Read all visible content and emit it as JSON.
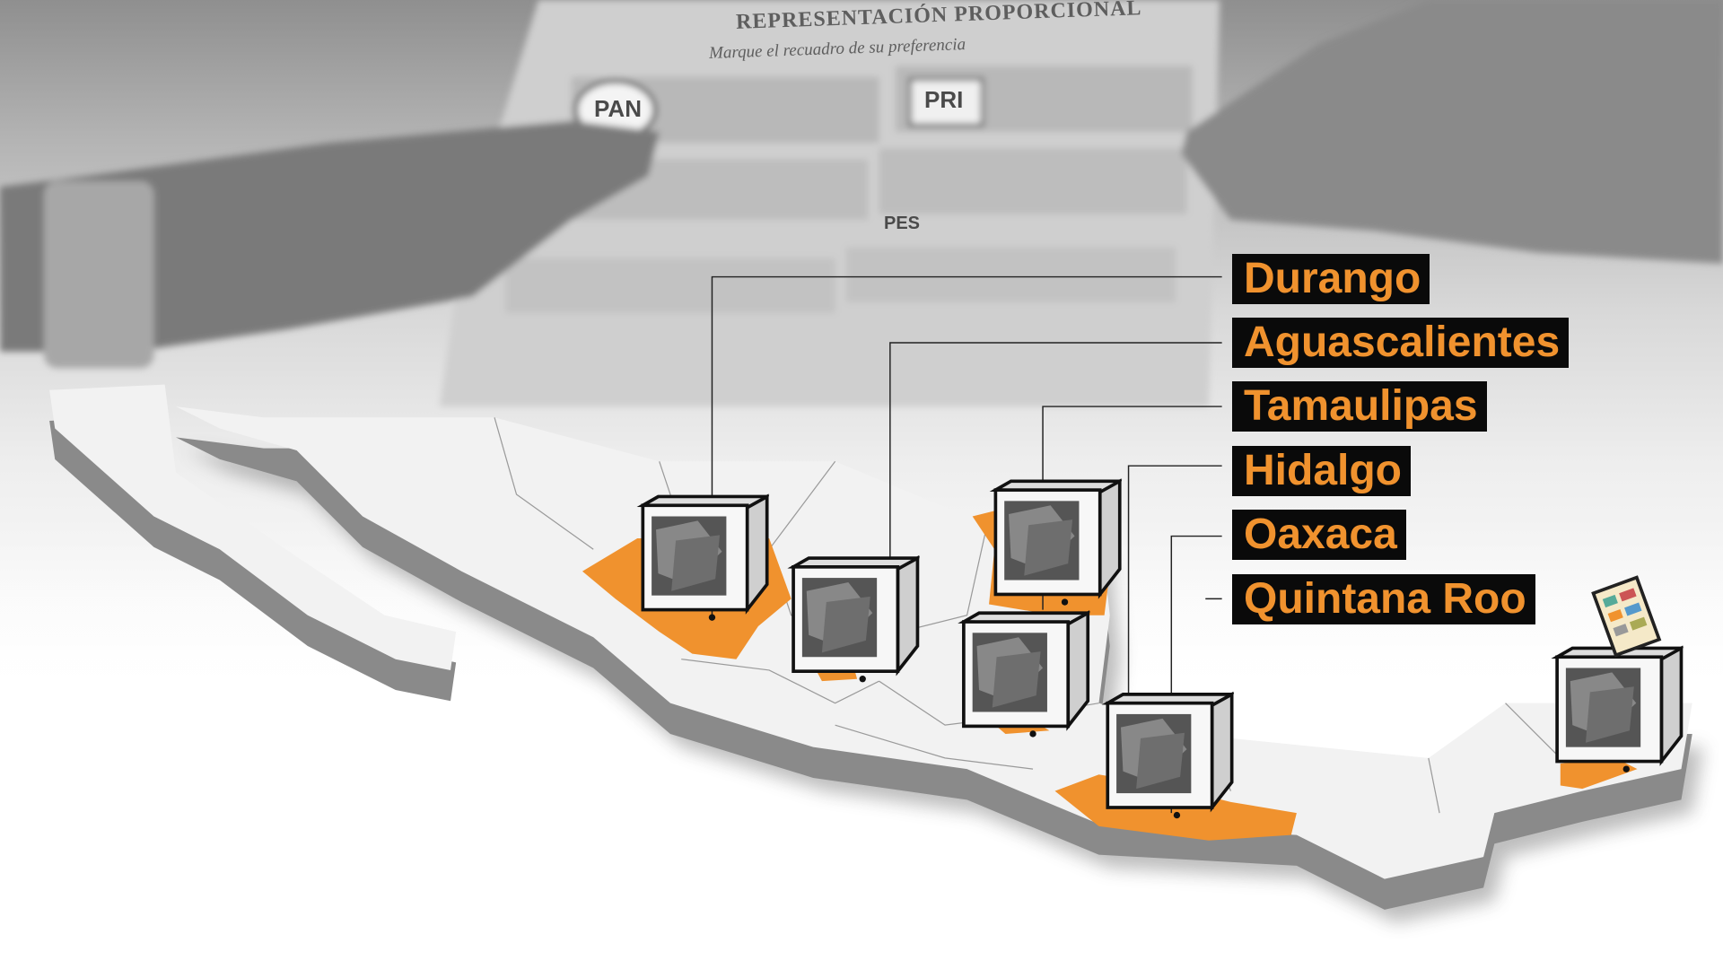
{
  "title_labels": [
    {
      "state": "Durango"
    },
    {
      "state": "Aguascalientes"
    },
    {
      "state": "Tamaulipas"
    },
    {
      "state": "Hidalgo"
    },
    {
      "state": "Oaxaca"
    },
    {
      "state": "Quintana Roo"
    }
  ],
  "ballot_text": {
    "heading": "REPRESENTACIÓN PROPORCIONAL",
    "instruction": "Marque el recuadro de su preferencia",
    "parties": [
      "PAN",
      "PRI",
      "PES"
    ]
  },
  "colors": {
    "highlight": "#f0922e",
    "label_bg": "#0a0a0a",
    "map_land": "#f2f2f2",
    "map_side": "#8a8a8a"
  }
}
